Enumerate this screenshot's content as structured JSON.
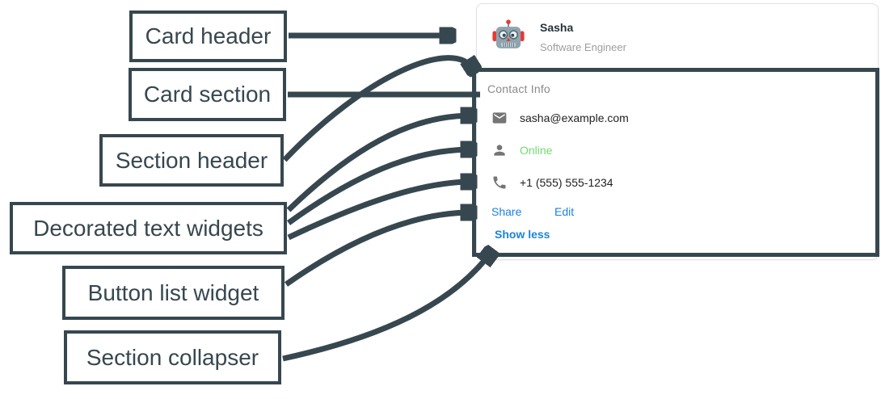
{
  "annotations": {
    "labels": [
      {
        "text": "Card header"
      },
      {
        "text": "Card section"
      },
      {
        "text": "Section header"
      },
      {
        "text": "Decorated text widgets"
      },
      {
        "text": "Button list widget"
      },
      {
        "text": "Section collapser"
      }
    ]
  },
  "card": {
    "header": {
      "avatar_icon": "robot-avatar",
      "name": "Sasha",
      "role": "Software Engineer"
    },
    "section": {
      "header": "Contact Info",
      "rows": [
        {
          "icon": "email-icon",
          "text": "sasha@example.com"
        },
        {
          "icon": "person-icon",
          "text": "Online"
        },
        {
          "icon": "phone-icon",
          "text": "+1 (555) 555-1234"
        }
      ],
      "buttons": [
        {
          "label": "Share"
        },
        {
          "label": "Edit"
        }
      ],
      "collapser_label": "Show less"
    }
  },
  "colors": {
    "annotation_accent": "#37474F",
    "link_blue": "#1A82E2",
    "online_green": "#6FDB6F",
    "icon_gray": "#757575",
    "card_border": "#E0E0E0"
  }
}
